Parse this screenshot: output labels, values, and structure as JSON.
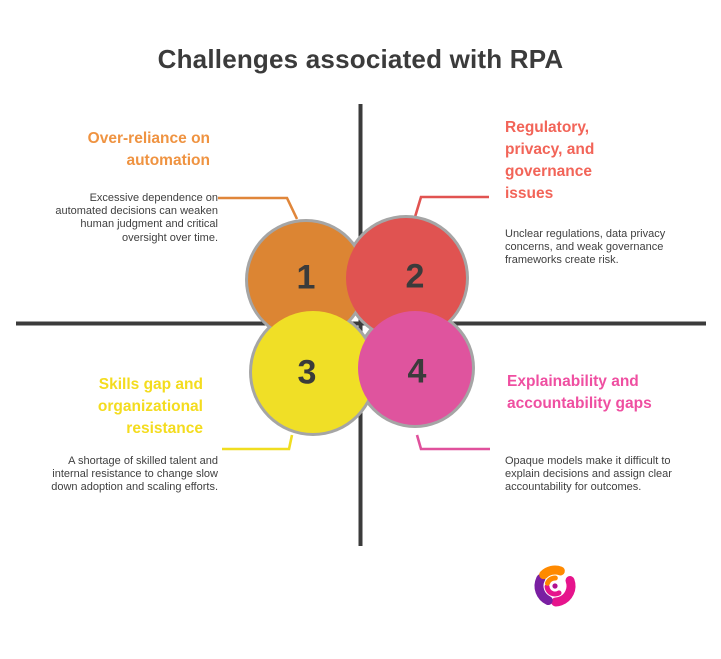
{
  "title": "Challenges associated with RPA",
  "items": [
    {
      "number": "1",
      "label": "Over-reliance on automation",
      "description": "Excessive dependence on automated decisions can weaken human judgment and critical oversight over time.",
      "circle_color": "#dc8533",
      "label_color": "#ef9341",
      "connector_color": "#e0863a"
    },
    {
      "number": "2",
      "label": "Regulatory, privacy, and governance issues",
      "description": "Unclear regulations, data privacy concerns, and weak governance frameworks create risk.",
      "circle_color": "#e05351",
      "label_color": "#f26458",
      "connector_color": "#e15351"
    },
    {
      "number": "3",
      "label": "Skills gap and organizational resistance",
      "description": "A shortage of skilled talent and internal resistance to change slow down adoption and scaling efforts.",
      "circle_color": "#f0df26",
      "label_color": "#f4dc1e",
      "connector_color": "#f0dd20"
    },
    {
      "number": "4",
      "label": "Explainability and accountability gaps",
      "description": "Opaque models make it difficult to explain decisions and assign clear accountability for outcomes.",
      "circle_color": "#df549e",
      "label_color": "#ef4fa1",
      "connector_color": "#e0519c"
    }
  ],
  "colors": {
    "background": "#ffffff",
    "text_dark": "#3b3b3b",
    "crosshair": "#3b3b3b",
    "circle_outline": "#a5a5a5",
    "logo_magenta": "#e6148c",
    "logo_orange": "#ff8a00",
    "logo_purple": "#7a1fa2"
  },
  "logo_name": "brand-swirl-logo"
}
